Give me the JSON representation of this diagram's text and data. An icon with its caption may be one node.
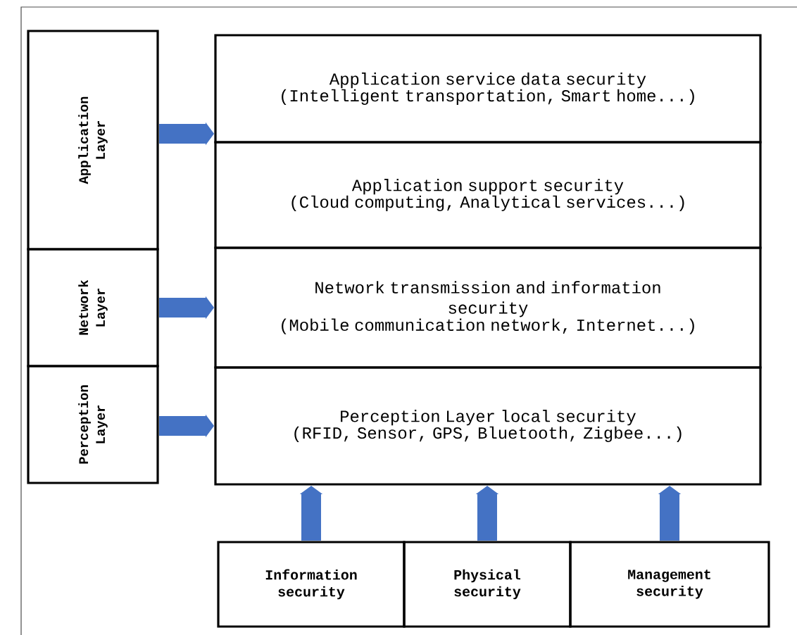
{
  "diagram": {
    "nodes": [
      {
        "text": [
          "Application Layer"
        ]
      },
      {
        "text": [
          "Network Layer"
        ]
      },
      {
        "text": [
          "Perception Layer"
        ]
      },
      {
        "text": [
          "Application service data security",
          "(Intelligent transportation, Smart home...)"
        ]
      },
      {
        "text": [
          "Application support security",
          "(Cloud computing, Analytical services...)"
        ]
      },
      {
        "text": [
          "Network transmission and information security",
          "(Mobile communication network, Internet...)"
        ]
      },
      {
        "text": [
          "Perception Layer local security",
          "(RFID, Sensor, GPS, Bluetooth, Zigbee...)"
        ]
      },
      {
        "text": [
          "Information security"
        ]
      },
      {
        "text": [
          "Physical security"
        ]
      },
      {
        "text": [
          "Management security"
        ]
      }
    ],
    "edges": [
      {
        "from": 0,
        "to": 3,
        "arrow": "to"
      },
      {
        "from": 1,
        "to": 5,
        "arrow": "to"
      },
      {
        "from": 2,
        "to": 6,
        "arrow": "to"
      },
      {
        "from": 7,
        "to": 6,
        "arrow": "to"
      },
      {
        "from": 8,
        "to": 6,
        "arrow": "to"
      },
      {
        "from": 9,
        "to": 6,
        "arrow": "to"
      }
    ]
  }
}
